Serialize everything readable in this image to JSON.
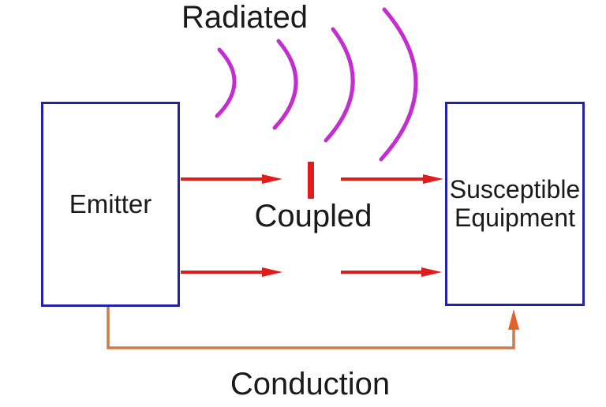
{
  "diagram": {
    "description_labels": {
      "radiated": "Radiated",
      "coupled": "Coupled",
      "conduction": "Conduction"
    },
    "nodes": {
      "emitter": {
        "label": "Emitter"
      },
      "susceptible_equipment": {
        "label": "Susceptible Equipment"
      }
    },
    "colors": {
      "box_border": "#2222AA",
      "text": "#1A1A1A",
      "radiated_arc": "#C32FCE",
      "coupled_red": "#E01C1C",
      "conduction_line": "#C97B4B",
      "conduction_arrowhead": "#E2622C"
    }
  }
}
